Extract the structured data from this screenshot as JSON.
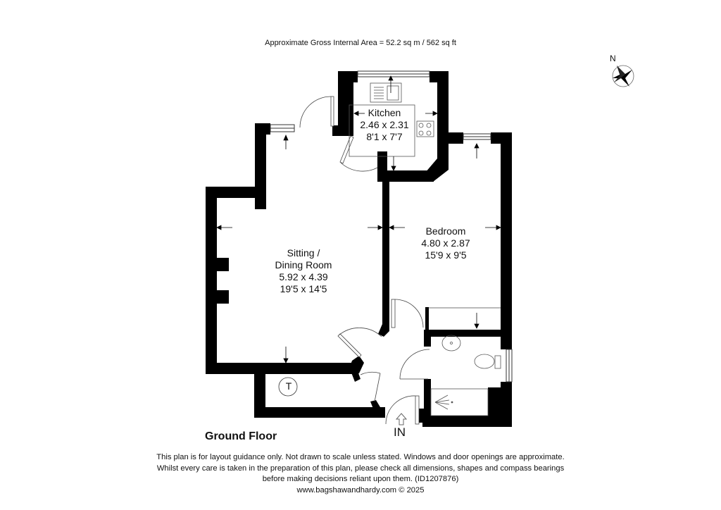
{
  "header": {
    "area_text": "Approximate Gross Internal Area = 52.2 sq m / 562 sq ft"
  },
  "compass": {
    "north_label": "N",
    "icon": "compass-rose-icon"
  },
  "rooms": [
    {
      "name": "Kitchen",
      "metric": "2.46 x 2.31",
      "imperial": "8'1 x 7'7"
    },
    {
      "name": "Sitting /",
      "name_line2": "Dining Room",
      "metric": "5.92 x 4.39",
      "imperial": "19'5 x 14'5"
    },
    {
      "name": "Bedroom",
      "metric": "4.80 x 2.87",
      "imperial": "15'9 x 9'5"
    }
  ],
  "symbols": {
    "tank_label": "T",
    "entrance_label": "IN"
  },
  "floor": {
    "name": "Ground Floor"
  },
  "footer": {
    "line1": "This plan is for layout guidance only. Not drawn to scale unless stated. Windows and door openings are approximate.",
    "line2": "Whilst every care is taken in the preparation of this plan, please check all dimensions, shapes and compass bearings",
    "line3": "before making decisions reliant upon them. (ID1207876)",
    "line4": "www.bagshawandhardy.com © 2025"
  },
  "colors": {
    "wall": "#000000",
    "background": "#ffffff",
    "fixture_line": "#555555"
  }
}
